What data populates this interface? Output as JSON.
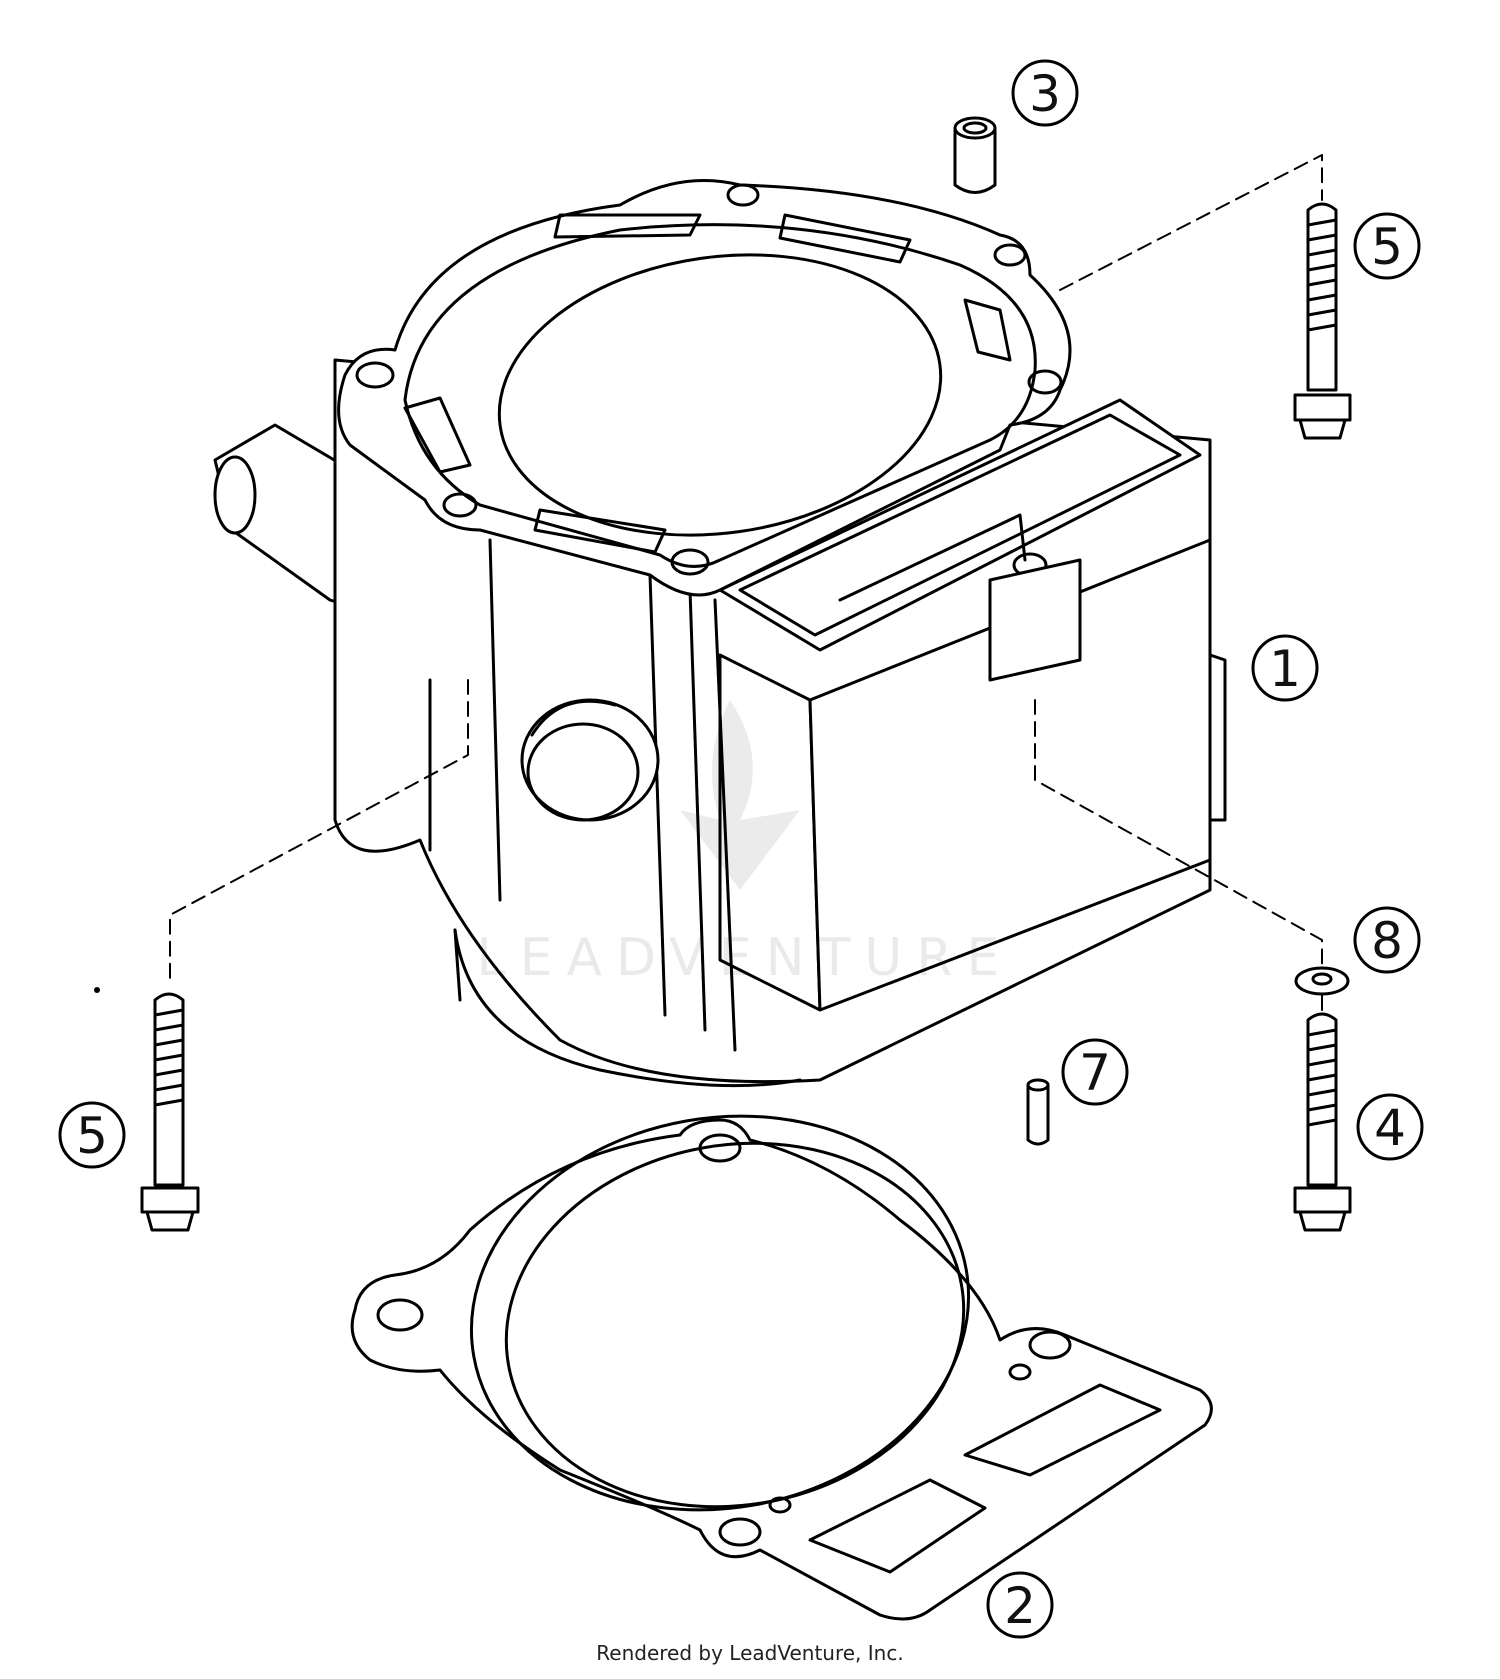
{
  "callouts": {
    "c1": "1",
    "c2": "2",
    "c3": "3",
    "c4": "4",
    "c5a": "5",
    "c5b": "5",
    "c7": "7",
    "c8": "8"
  },
  "watermark": "LEADVENTURE",
  "footer": "Rendered by LeadVenture, Inc."
}
